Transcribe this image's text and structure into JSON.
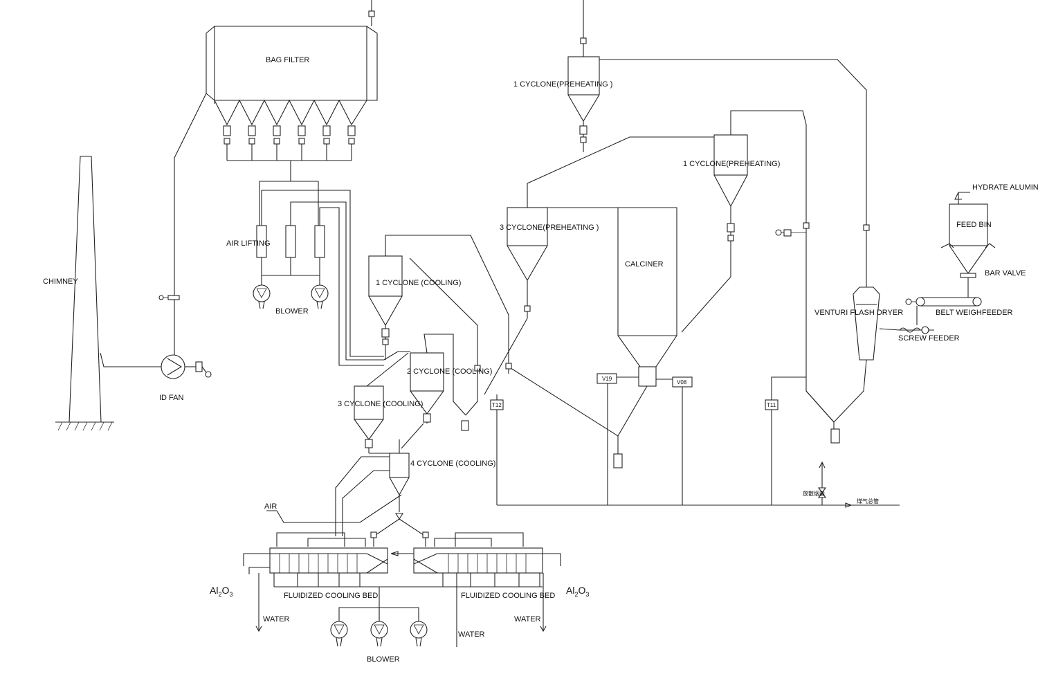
{
  "labels": {
    "bag_filter": "BAG FILTER",
    "chimney": "CHIMNEY",
    "id_fan": "ID FAN",
    "air_lifting": "AIR LIFTING",
    "blower_top": "BLOWER",
    "blower_bottom": "BLOWER",
    "cyclone1_preheat_top": "1 CYCLONE(PREHEATING )",
    "cyclone1_preheat_right": "1 CYCLONE(PREHEATING)",
    "cyclone3_preheat": "3  CYCLONE(PREHEATING )",
    "calciner": "CALCINER",
    "venturi": "VENTURI FLASH DRYER",
    "hydrate_alumina": "HYDRATE ALUMINA",
    "feed_bin": "FEED BIN",
    "bar_valve": "BAR VALVE",
    "belt_weighfeeder": "BELT WEIGHFEEDER",
    "screw_feeder": "SCREW FEEDER",
    "cyclone1_cooling": "1  CYCLONE (COOLING)",
    "cyclone2_cooling": "2  CYCLONE (COOLING)",
    "cyclone3_cooling": "3  CYCLONE (COOLING)",
    "cyclone4_cooling": "4  CYCLONE (COOLING)",
    "air": "AIR",
    "fcb_left": "FLUIDIZED COOLING BED",
    "fcb_right": "FLUIDIZED COOLING BED",
    "water_left": "WATER",
    "water_mid": "WATER",
    "water_right": "WATER",
    "al2o3_left_main": "Al",
    "al2o3_left_sub1": "2",
    "al2o3_left_mid": "O",
    "al2o3_left_sub2": "3",
    "al2o3_right_main": "Al",
    "al2o3_right_sub1": "2",
    "al2o3_right_mid": "O",
    "al2o3_right_sub2": "3",
    "tag_v19": "V19",
    "tag_v08": "V08",
    "tag_t12": "T12",
    "tag_t11": "T11",
    "cn_label_1": "放散烟囱",
    "cn_label_2": "煤气总管"
  }
}
